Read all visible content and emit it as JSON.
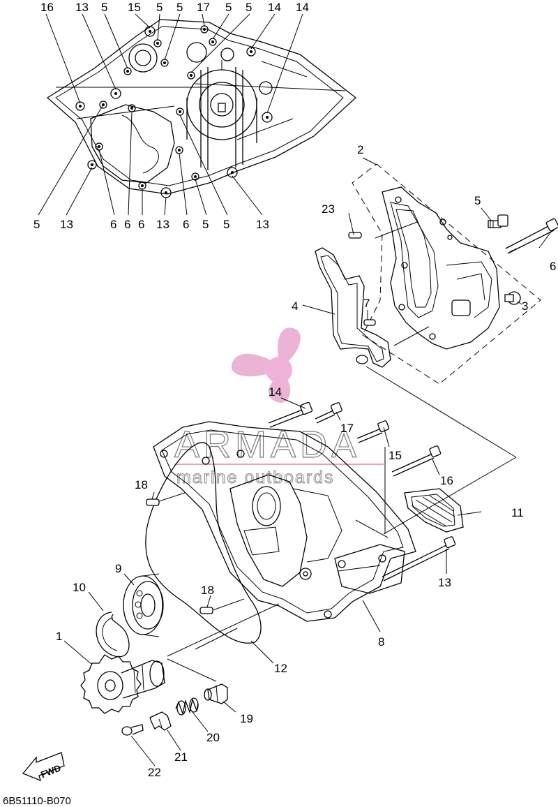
{
  "callouts": {
    "top_row": [
      "16",
      "13",
      "5",
      "15",
      "5",
      "5",
      "17",
      "5",
      "5",
      "14",
      "14"
    ],
    "bottom_row": [
      "5",
      "13",
      "6",
      "6",
      "6",
      "13",
      "6",
      "5",
      "5",
      "13"
    ],
    "pump": [
      "2",
      "23",
      "5",
      "6",
      "4",
      "7",
      "3"
    ],
    "cover": [
      "14",
      "17",
      "15",
      "16",
      "18",
      "11",
      "13",
      "18",
      "9",
      "10",
      "1",
      "8",
      "12",
      "19",
      "20",
      "21",
      "22"
    ]
  },
  "watermark": {
    "brand": "ARMADA",
    "tagline": "marine outboards",
    "colors": {
      "propeller": "#e8a6cc",
      "hub": "#f0b2d8",
      "text": "#7a7a7a",
      "rule": "#e6a0c8"
    }
  },
  "fwd_label": "FWD",
  "diagram_code": "6B51110-B070"
}
